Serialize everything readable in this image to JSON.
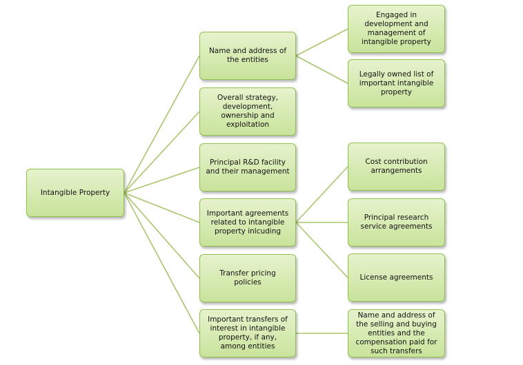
{
  "root": {
    "label": "Intangible Property"
  },
  "branches": [
    {
      "label": "Name and address of the entities",
      "children": [
        {
          "label": "Engaged in development and management of intangible property"
        },
        {
          "label": "Legally owned list of important intangible property"
        }
      ]
    },
    {
      "label": "Overall strategy, development, ownership and exploitation",
      "children": []
    },
    {
      "label": "Principal R&D facility and their management",
      "children": []
    },
    {
      "label": "Important agreements related to intangible property inlcuding",
      "children": [
        {
          "label": "Cost contribution arrangements"
        },
        {
          "label": "Principal research service agreements"
        },
        {
          "label": "License agreements"
        }
      ]
    },
    {
      "label": "Transfer pricing policies",
      "children": []
    },
    {
      "label": "Important transfers of interest in intangible property, if any, among entities",
      "children": [
        {
          "label": "Name and address of the selling and buying entities and the compensation paid for such transfers"
        }
      ]
    }
  ],
  "colors": {
    "connector": "#a8c66c",
    "node_border": "#8fbf4d",
    "node_fill_top": "#e6f3cd",
    "node_fill_bottom": "#c9e39b"
  }
}
